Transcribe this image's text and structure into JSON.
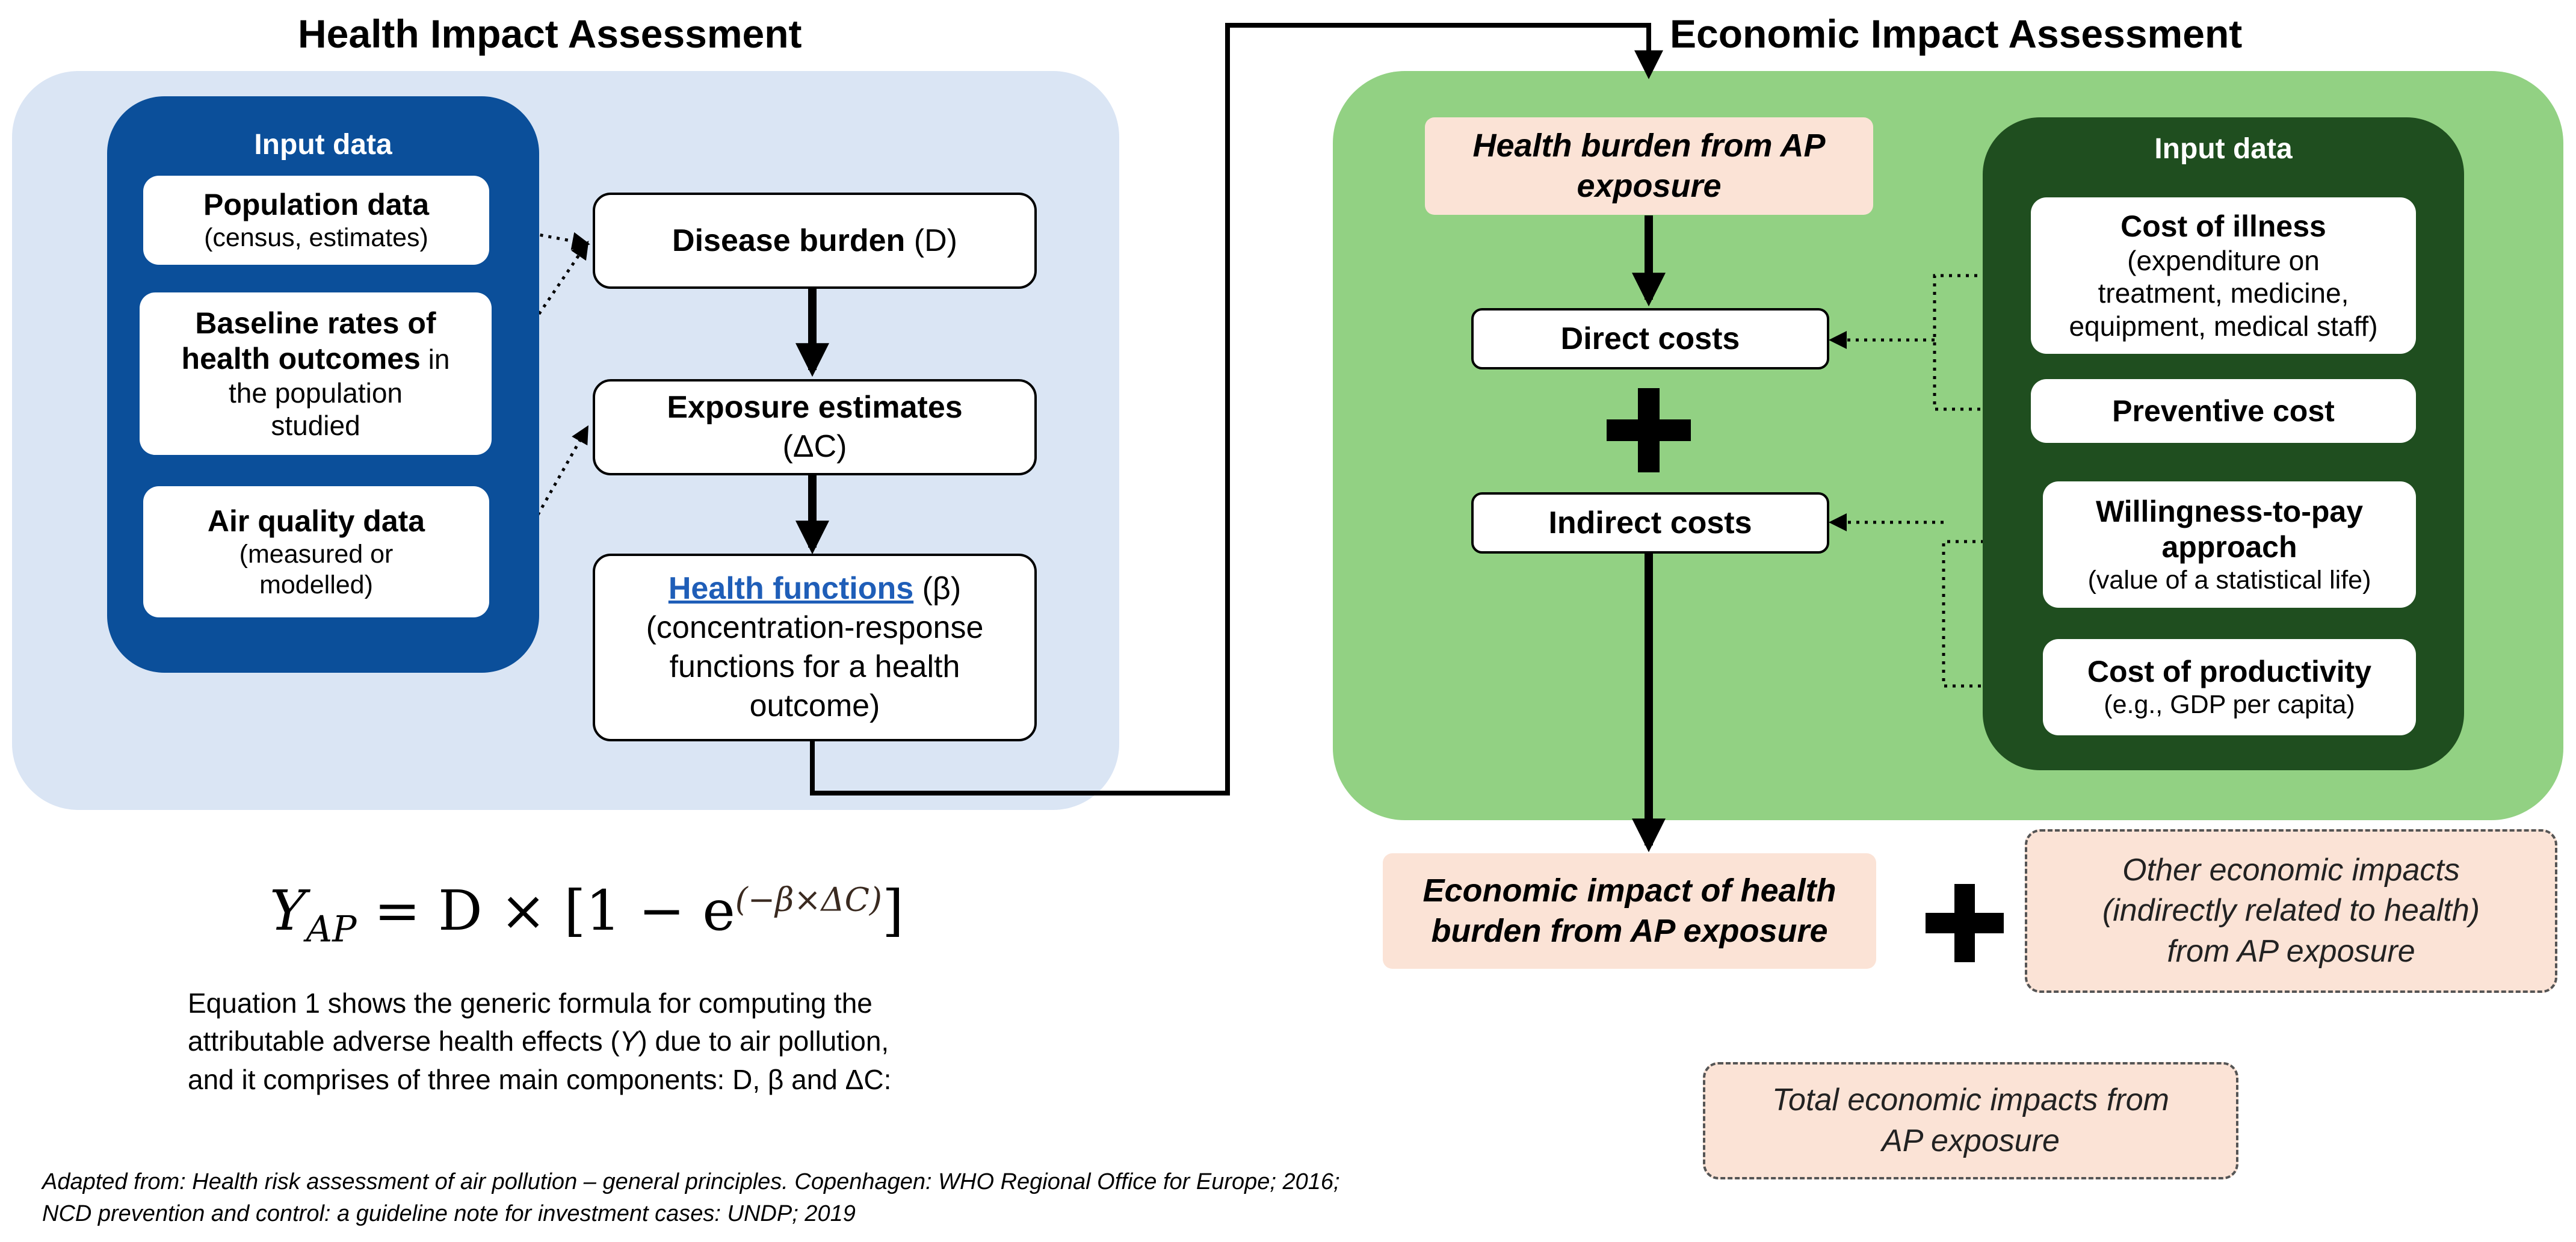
{
  "health": {
    "title": "Health Impact Assessment",
    "input_title": "Input data",
    "population": {
      "title": "Population data",
      "detail": "(census, estimates)"
    },
    "baseline": {
      "line1": "Baseline rates of",
      "line2_bold": "health outcomes",
      "line2_rest": " in",
      "line3": "the population",
      "line4": "studied"
    },
    "air_quality": {
      "title": "Air quality data",
      "detail_line1": "(measured or",
      "detail_line2": "modelled)"
    },
    "disease_burden": {
      "label": "Disease burden",
      "symbol": " (D)"
    },
    "exposure": {
      "label": "Exposure estimates",
      "symbol": "(ΔC)"
    },
    "health_functions": {
      "link": "Health functions",
      "symbol": " (β)",
      "line2": "(concentration-response",
      "line3": "functions for a health",
      "line4": "outcome)"
    }
  },
  "economic": {
    "title": "Economic Impact Assessment",
    "health_burden_line1": "Health burden from AP",
    "health_burden_line2": "exposure",
    "direct_costs": "Direct costs",
    "indirect_costs": "Indirect costs",
    "input_title": "Input data",
    "cost_of_illness": {
      "title": "Cost of illness",
      "line1": "(expenditure on",
      "line2": "treatment, medicine,",
      "line3": "equipment, medical staff)"
    },
    "preventive": "Preventive cost",
    "wtp": {
      "line1": "Willingness-to-pay",
      "line2": "approach",
      "detail": "(value of a statistical life)"
    },
    "productivity": {
      "title": "Cost of productivity",
      "detail": "(e.g., GDP per capita)"
    }
  },
  "outcomes": {
    "economic_impact_line1": "Economic impact of health",
    "economic_impact_line2": "burden from AP exposure",
    "other_line1": "Other economic impacts",
    "other_line2": "(indirectly related to health)",
    "other_line3": "from AP exposure",
    "total_line1": "Total economic impacts from",
    "total_line2": "AP exposure"
  },
  "equation": {
    "lhs": "Y",
    "lhs_sub": "AP",
    "mid": " = D × [1 − e",
    "exponent": "(−β×ΔC)",
    "close": "]",
    "desc_line1": "Equation 1 shows the generic formula for computing the",
    "desc_line2_a": "attributable adverse health effects (",
    "desc_line2_y": "Y",
    "desc_line2_b": ") due to air pollution,",
    "desc_line3": "and it comprises of three main components: D, β and ΔC:"
  },
  "footnote": {
    "line1": "Adapted from: Health risk assessment of air pollution – general principles. Copenhagen: WHO Regional Office for Europe; 2016;",
    "line2": "NCD prevention and control: a guideline note for investment cases: UNDP; 2019"
  },
  "colors": {
    "health_panel": "#dae5f4",
    "health_input": "#0b4f9a",
    "economic_panel": "#92d183",
    "economic_input": "#1f4e1f",
    "peach": "#fbe3d6",
    "link": "#1f5eb8"
  }
}
